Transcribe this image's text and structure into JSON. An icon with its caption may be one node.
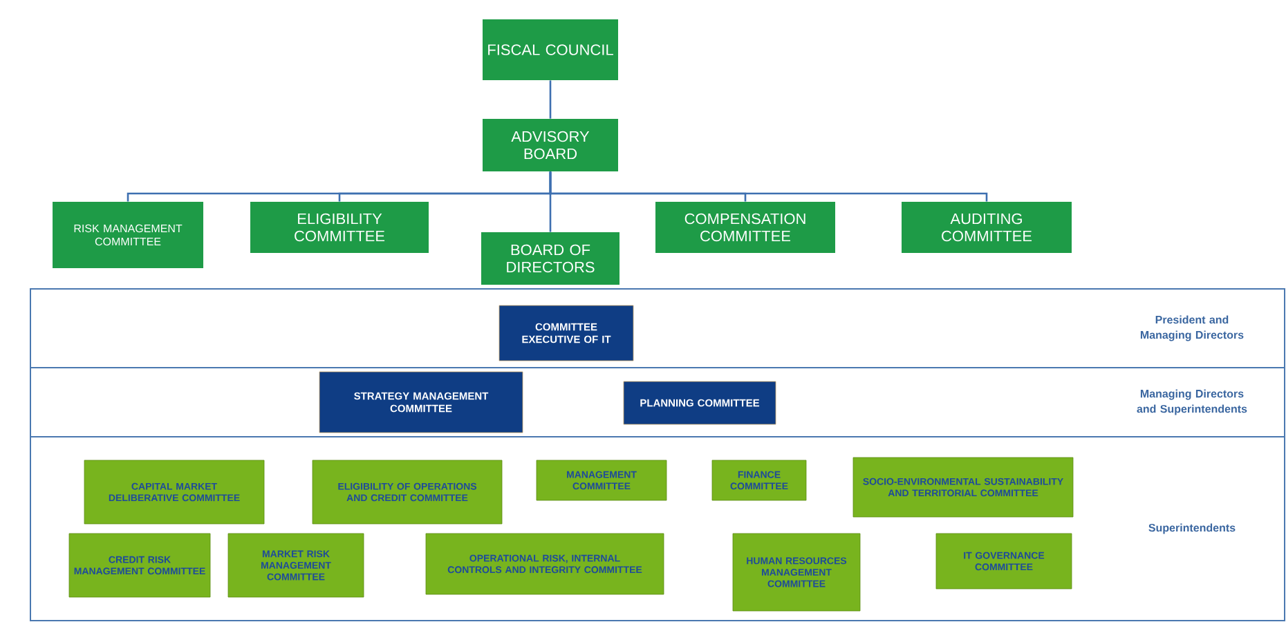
{
  "diagram": {
    "nodes": [
      {
        "text": [
          "FISCAL COUNCIL"
        ]
      },
      {
        "text": [
          "ADVISORY BOARD"
        ]
      },
      {
        "text": [
          "RISK MANAGEMENT COMMITTEE"
        ]
      },
      {
        "text": [
          "ELIGIBILITY COMMITTEE"
        ]
      },
      {
        "text": [
          "BOARD OF DIRECTORS"
        ]
      },
      {
        "text": [
          "COMPENSATION COMMITTEE"
        ]
      },
      {
        "text": [
          "AUDITING COMMITTEE"
        ]
      },
      {
        "text": [
          "President and Managing Directors"
        ]
      },
      {
        "text": [
          "COMMITTEE EXECUTIVE OF IT"
        ],
        "in": 7
      },
      {
        "text": [
          "Managing Directors and Superintendents"
        ]
      },
      {
        "text": [
          "STRATEGY MANAGEMENT COMMITTEE"
        ],
        "in": 9
      },
      {
        "text": [
          "PLANNING COMMITTEE"
        ],
        "in": 9
      },
      {
        "text": [
          "Superintendents"
        ]
      },
      {
        "text": [
          "CAPITAL MARKET DELIBERATIVE COMMITTEE"
        ],
        "in": 12
      },
      {
        "text": [
          "ELIGIBILITY OF OPERATIONS AND CREDIT COMMITTEE"
        ],
        "in": 12
      },
      {
        "text": [
          "MANAGEMENT COMMITTEE"
        ],
        "in": 12
      },
      {
        "text": [
          "FINANCE COMMITTEE"
        ],
        "in": 12
      },
      {
        "text": [
          "SOCIO-ENVIRONMENTAL SUSTAINABILITY AND TERRITORIAL COMMITTEE"
        ],
        "in": 12
      },
      {
        "text": [
          "CREDIT RISK MANAGEMENT COMMITTEE"
        ],
        "in": 12
      },
      {
        "text": [
          "MARKET RISK MANAGEMENT COMMITTEE"
        ],
        "in": 12
      },
      {
        "text": [
          "OPERATIONAL RISK, INTERNAL CONTROLS AND INTEGRITY COMMITTEE"
        ],
        "in": 12
      },
      {
        "text": [
          "HUMAN RESOURCES MANAGEMENT COMMITTEE"
        ],
        "in": 12
      },
      {
        "text": [
          "IT GOVERNANCE COMMITTEE"
        ],
        "in": 12
      }
    ],
    "edges": [
      {
        "from": 0,
        "to": 1,
        "arrow": "none"
      },
      {
        "from": 1,
        "to": 2,
        "arrow": "none"
      },
      {
        "from": 1,
        "to": 3,
        "arrow": "none"
      },
      {
        "from": 1,
        "to": 4,
        "arrow": "none"
      },
      {
        "from": 1,
        "to": 5,
        "arrow": "none"
      },
      {
        "from": 1,
        "to": 6,
        "arrow": "none"
      }
    ]
  }
}
